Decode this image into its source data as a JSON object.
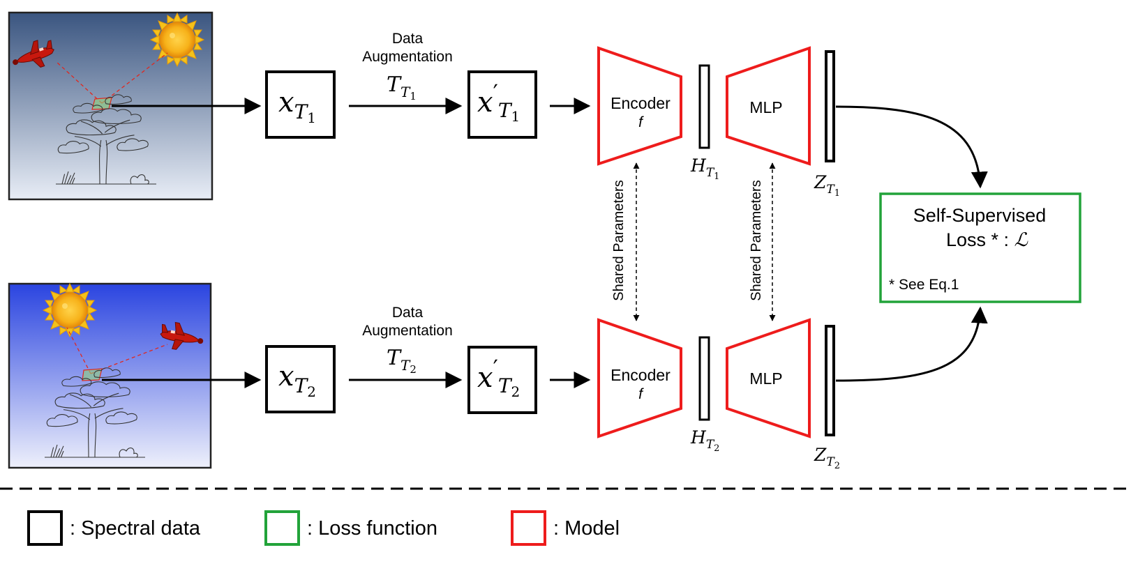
{
  "top_branch": {
    "augmentation_line1": "Data",
    "augmentation_line2": "Augmentation",
    "transform": {
      "base": "T",
      "sub_base": "T",
      "sub_index": "1"
    },
    "input": {
      "base": "x",
      "sub_base": "T",
      "sub_index": "1"
    },
    "augmented": {
      "base": "x",
      "prime": "′",
      "sub_base": "T",
      "sub_index": "1"
    },
    "encoder_label": "Encoder",
    "encoder_fn": "f",
    "mlp_label": "MLP",
    "hidden": {
      "base": "H",
      "sub_base": "T",
      "sub_index": "1"
    },
    "projection": {
      "base": "Z",
      "sub_base": "T",
      "sub_index": "1"
    }
  },
  "bottom_branch": {
    "augmentation_line1": "Data",
    "augmentation_line2": "Augmentation",
    "transform": {
      "base": "T",
      "sub_base": "T",
      "sub_index": "2"
    },
    "input": {
      "base": "x",
      "sub_base": "T",
      "sub_index": "2"
    },
    "augmented": {
      "base": "x",
      "prime": "′",
      "sub_base": "T",
      "sub_index": "2"
    },
    "encoder_label": "Encoder",
    "encoder_fn": "f",
    "mlp_label": "MLP",
    "hidden": {
      "base": "H",
      "sub_base": "T",
      "sub_index": "2"
    },
    "projection": {
      "base": "Z",
      "sub_base": "T",
      "sub_index": "2"
    }
  },
  "shared": {
    "encoder_shared_label": "Shared Parameters",
    "mlp_shared_label": "Shared Parameters"
  },
  "loss": {
    "line1": "Self-Supervised",
    "line2": "Loss * : ",
    "symbol": "ℒ",
    "footnote": "* See Eq.1"
  },
  "legend": {
    "items": [
      {
        "label": ": Spectral data",
        "color": "#000000"
      },
      {
        "label": ": Loss function",
        "color": "#22a33a"
      },
      {
        "label": ": Model",
        "color": "#ee1c1c"
      }
    ]
  },
  "colors": {
    "model": "#ee1c1c",
    "loss": "#22a33a",
    "data": "#000000",
    "sky_top_1": "#3a5580",
    "sky_bottom_1": "#e8edf6",
    "sky_top_2": "#2a44e0",
    "sky_bottom_2": "#eef0fb"
  },
  "icons": [
    "sun-icon",
    "airplane-icon",
    "tree-illustration",
    "ray-lines"
  ]
}
